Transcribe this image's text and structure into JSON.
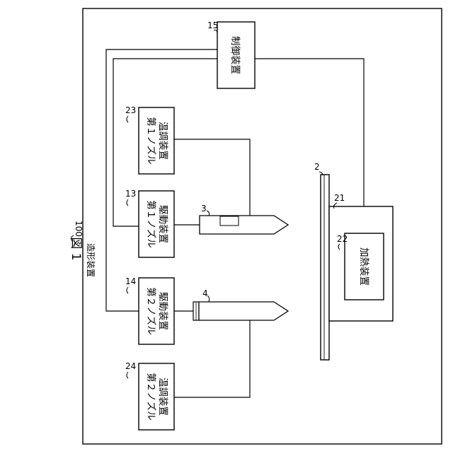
{
  "figure": {
    "title": "図 1",
    "system_label": "造形装置",
    "system_ref": "100"
  },
  "components": {
    "controller": {
      "label": "制御装置",
      "ref": "15"
    },
    "nozzle1_temp": {
      "label_line1": "第１ノズル",
      "label_line2": "温調装置",
      "ref": "23"
    },
    "nozzle1_drive": {
      "label_line1": "第１ノズル",
      "label_line2": "駆動装置",
      "ref": "13"
    },
    "nozzle2_drive": {
      "label_line1": "第２ノズル",
      "label_line2": "駆動装置",
      "ref": "14"
    },
    "nozzle2_temp": {
      "label_line1": "第２ノズル",
      "label_line2": "温調装置",
      "ref": "24"
    },
    "nozzle1": {
      "ref": "3"
    },
    "nozzle2": {
      "ref": "4"
    },
    "stage": {
      "ref": "2"
    },
    "heater_unit": {
      "ref": "21"
    },
    "heater": {
      "label": "加熱装置",
      "ref": "22"
    }
  }
}
